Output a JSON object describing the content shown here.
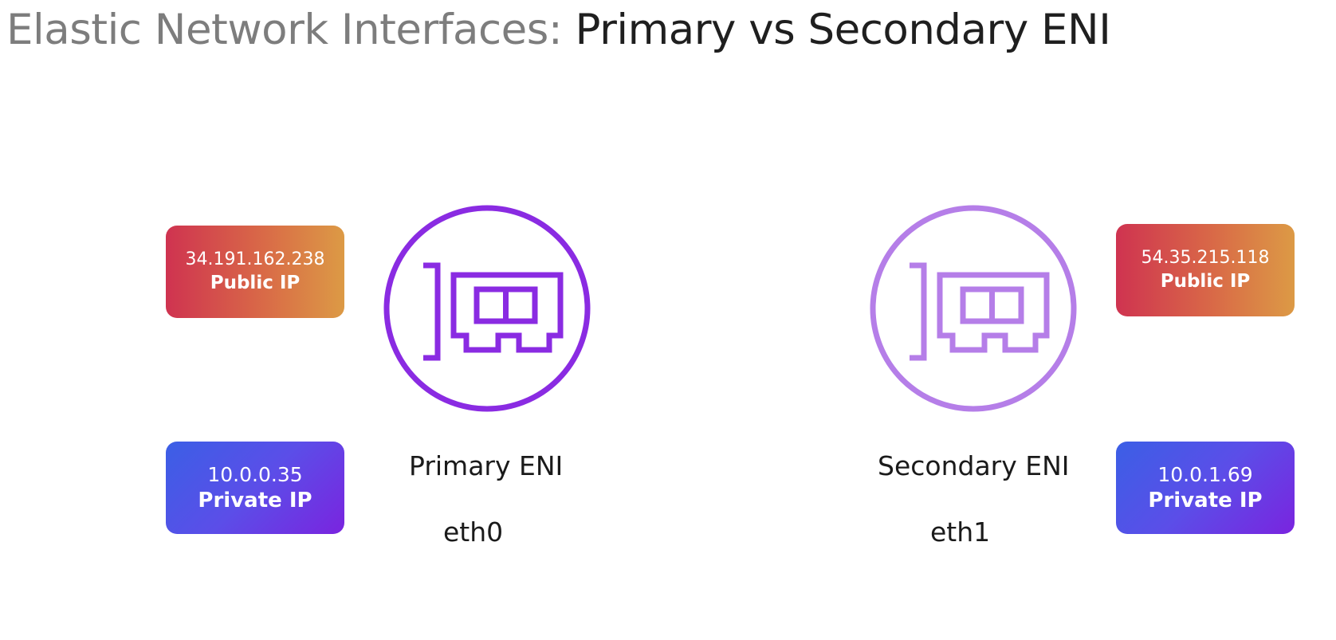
{
  "title": {
    "prefix": "Elastic Network Interfaces: ",
    "main": "Primary vs Secondary ENI"
  },
  "colors": {
    "primary_icon": "#8a2be2",
    "secondary_icon": "#b57ee8",
    "public_gradient_start": "#cf3350",
    "public_gradient_end": "#dc9a45",
    "private_gradient_start": "#3b5fe6",
    "private_gradient_end": "#7a24df"
  },
  "primary": {
    "icon": "network-interface-card-icon",
    "label": "Primary ENI",
    "interface": "eth0",
    "public_ip": {
      "value": "34.191.162.238",
      "label": "Public IP"
    },
    "private_ip": {
      "value": "10.0.0.35",
      "label": "Private IP"
    }
  },
  "secondary": {
    "icon": "network-interface-card-icon",
    "label": "Secondary ENI",
    "interface": "eth1",
    "public_ip": {
      "value": "54.35.215.118",
      "label": "Public IP"
    },
    "private_ip": {
      "value": "10.0.1.69",
      "label": "Private IP"
    }
  }
}
